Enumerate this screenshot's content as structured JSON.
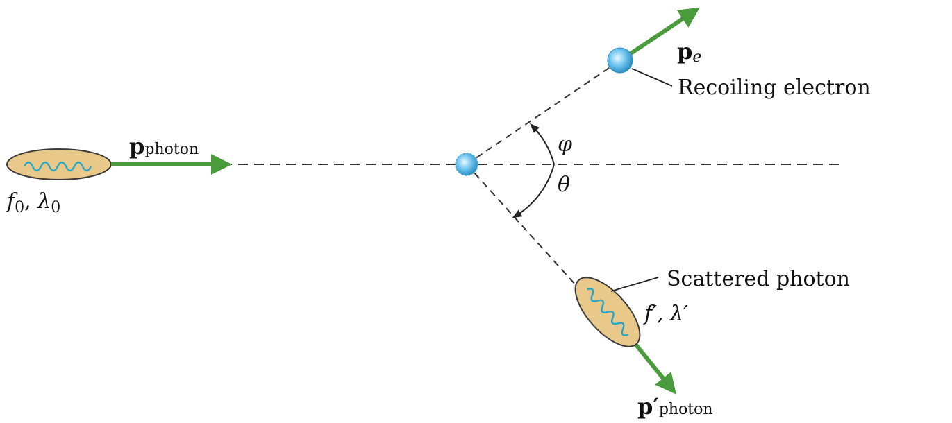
{
  "diagram": {
    "incident_photon": {
      "momentum_symbol": "p",
      "momentum_subscript": "photon",
      "freq_label": "f",
      "freq_sub": "0",
      "wavelength_label": "λ",
      "wavelength_sub": "0"
    },
    "electron": {
      "momentum_symbol": "p",
      "momentum_subscript": "e",
      "label": "Recoiling electron"
    },
    "scattered_photon": {
      "label": "Scattered photon",
      "freq_label": "f′, λ′",
      "momentum_symbol": "p′",
      "momentum_subscript": "photon"
    },
    "angles": {
      "phi": "φ",
      "theta": "θ"
    },
    "colors": {
      "arrow": "#4a9b3c",
      "packet_fill": "#e8c98a",
      "packet_stroke": "#3a3a3a",
      "wave": "#2aa6c7",
      "electron": "#6cc3ee",
      "dashed": "#333333"
    }
  }
}
